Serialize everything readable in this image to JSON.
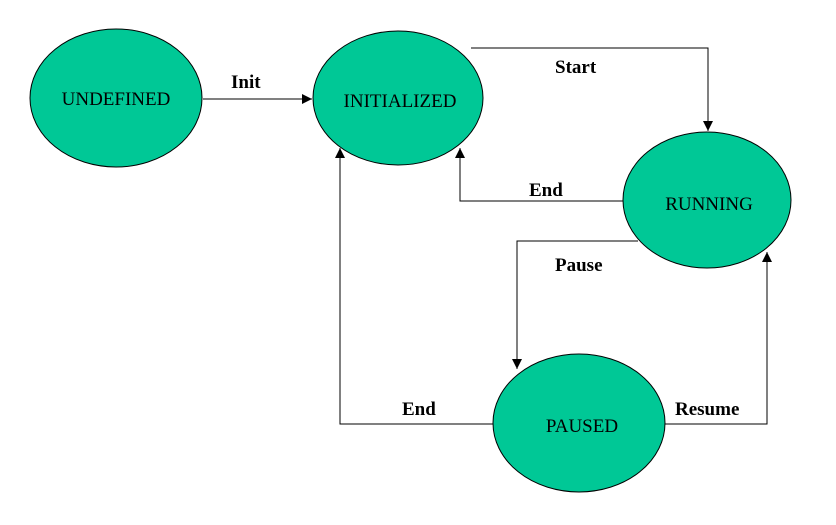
{
  "diagram": {
    "states": {
      "undefined": "UNDEFINED",
      "initialized": "INITIALIZED",
      "running": "RUNNING",
      "paused": "PAUSED"
    },
    "transitions": {
      "init": "Init",
      "start": "Start",
      "end_from_running": "End",
      "pause": "Pause",
      "resume": "Resume",
      "end_from_paused": "End"
    },
    "colors": {
      "state_fill": "#00c896",
      "line": "#000000"
    }
  }
}
